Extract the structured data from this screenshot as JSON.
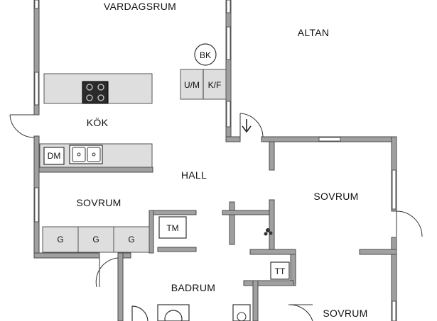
{
  "plan": {
    "rooms": {
      "vardagsrum": "VARDAGSRUM",
      "altan": "ALTAN",
      "kok": "KÖK",
      "hall": "HALL",
      "sovrum_left": "SOVRUM",
      "sovrum_right": "SOVRUM",
      "sovrum_bottom": "SOVRUM",
      "badrum": "BADRUM"
    },
    "fixtures": {
      "bk": "BK",
      "um": "U/M",
      "kf": "K/F",
      "dm": "DM",
      "tm": "TM",
      "tt": "TT",
      "g1": "G",
      "g2": "G",
      "g3": "G"
    }
  }
}
